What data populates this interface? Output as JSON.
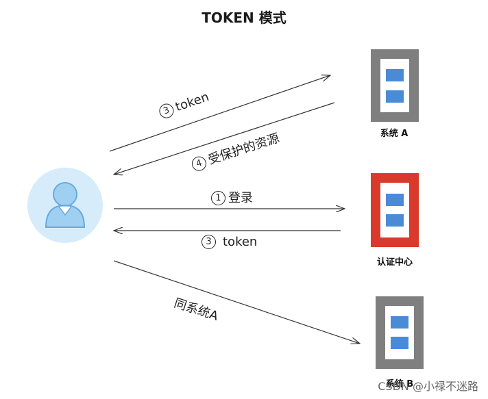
{
  "title": "TOKEN 模式",
  "nodes": {
    "system_a": {
      "label": "系统 A",
      "frame_color": "#7f7f7f"
    },
    "auth_center": {
      "label": "认证中心",
      "frame_color": "#d93a2b"
    },
    "system_b": {
      "label": "系统 B",
      "frame_color": "#7f7f7f"
    },
    "user": {
      "label": ""
    }
  },
  "edges": {
    "to_a_token": {
      "num": "3",
      "text": "token"
    },
    "from_a_resource": {
      "num": "4",
      "text": "受保护的资源"
    },
    "login": {
      "num": "1",
      "text": "登录"
    },
    "token_back": {
      "num": "3",
      "text": "token"
    },
    "same_as_a": {
      "num": "",
      "text": "同系统A"
    }
  },
  "colors": {
    "slot": "#4a8bd8",
    "user_bg": "#d6ecfb",
    "user_fig": "#9fd0f2",
    "line": "#333333"
  },
  "watermark": "CSDN @小禄不迷路"
}
